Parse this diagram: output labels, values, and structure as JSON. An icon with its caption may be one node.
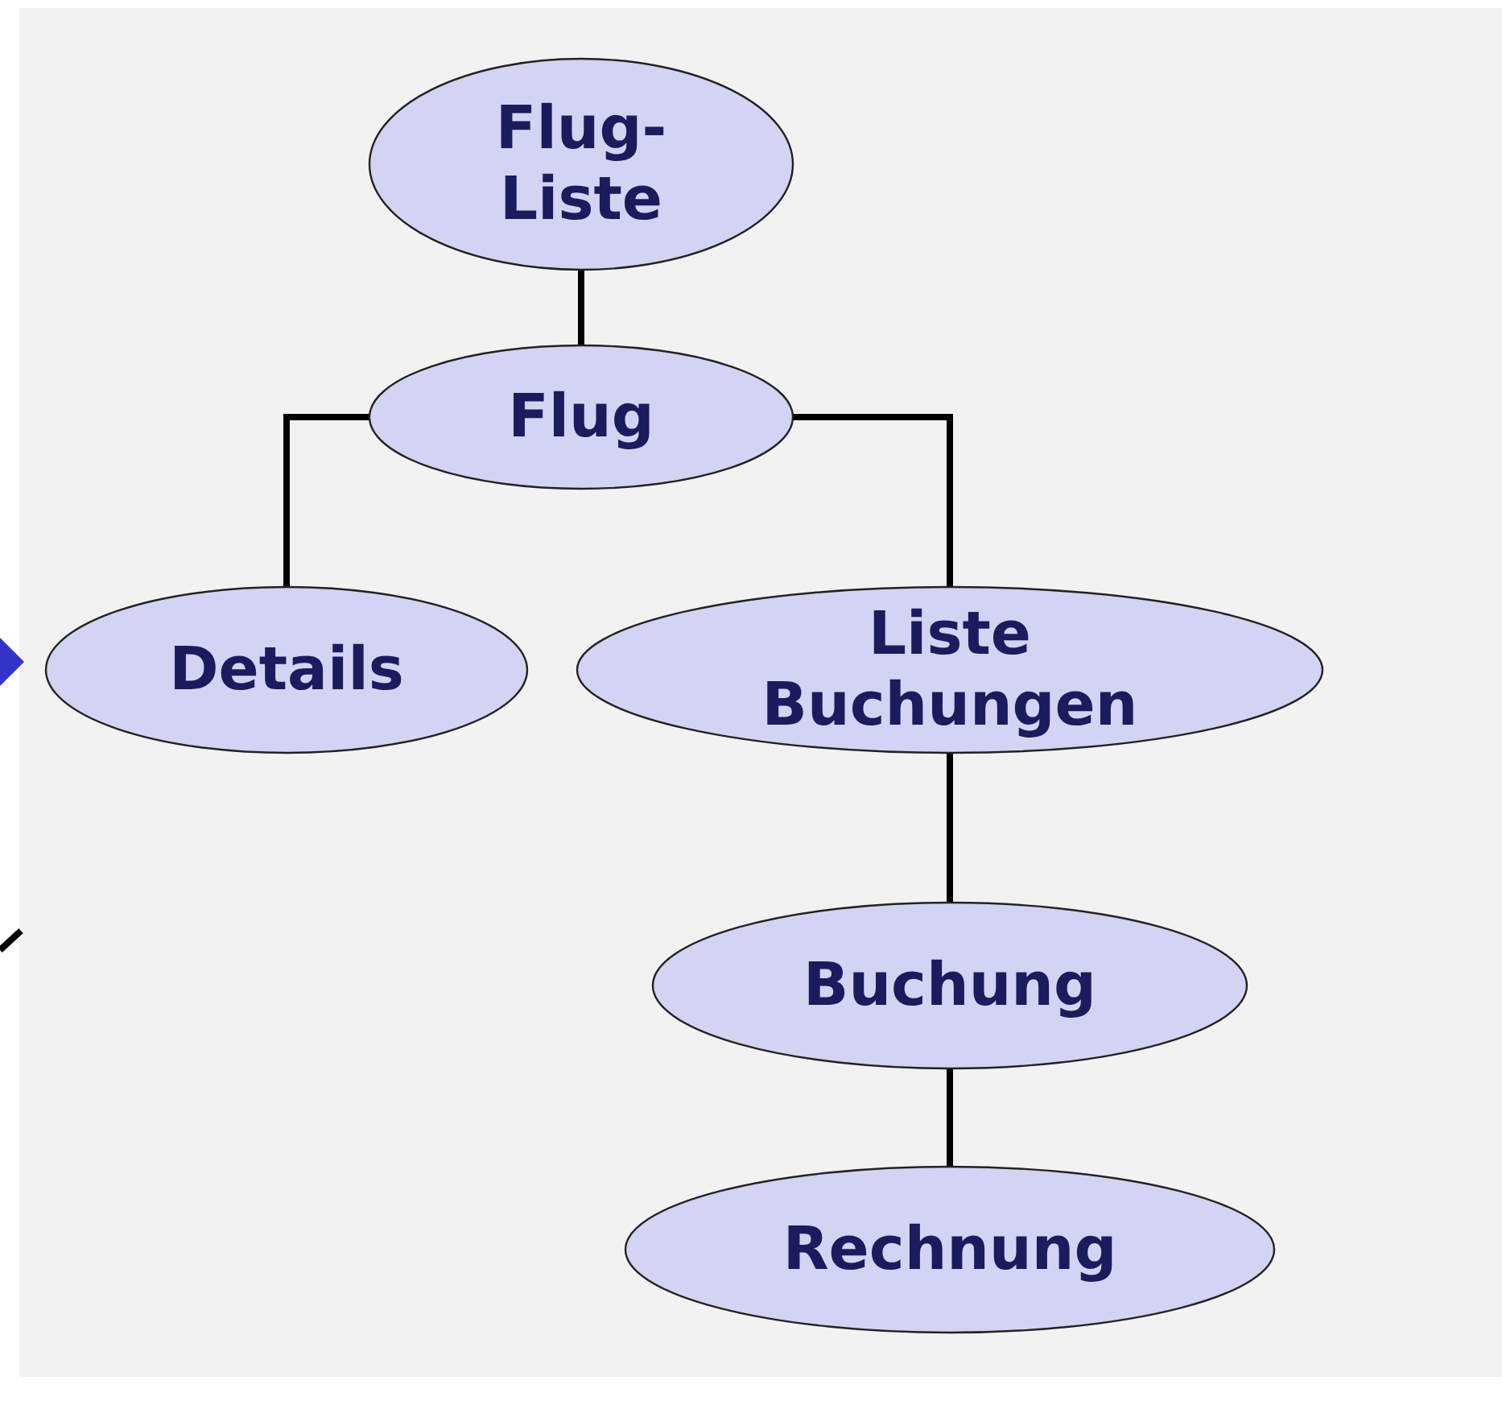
{
  "diagram": {
    "nodes": [
      {
        "text": [
          "Flug- Liste"
        ]
      },
      {
        "text": [
          "Flug"
        ]
      },
      {
        "text": [
          "Details"
        ]
      },
      {
        "text": [
          "Liste Buchungen"
        ]
      },
      {
        "text": [
          "Buchung"
        ]
      },
      {
        "text": [
          "Rechnung"
        ]
      }
    ],
    "edges": [
      {
        "from": 0,
        "to": 1,
        "arrow": "none"
      },
      {
        "from": 1,
        "to": 2,
        "arrow": "none"
      },
      {
        "from": 1,
        "to": 3,
        "arrow": "none"
      },
      {
        "from": 3,
        "to": 4,
        "arrow": "none"
      },
      {
        "from": 4,
        "to": 5,
        "arrow": "none"
      }
    ]
  }
}
